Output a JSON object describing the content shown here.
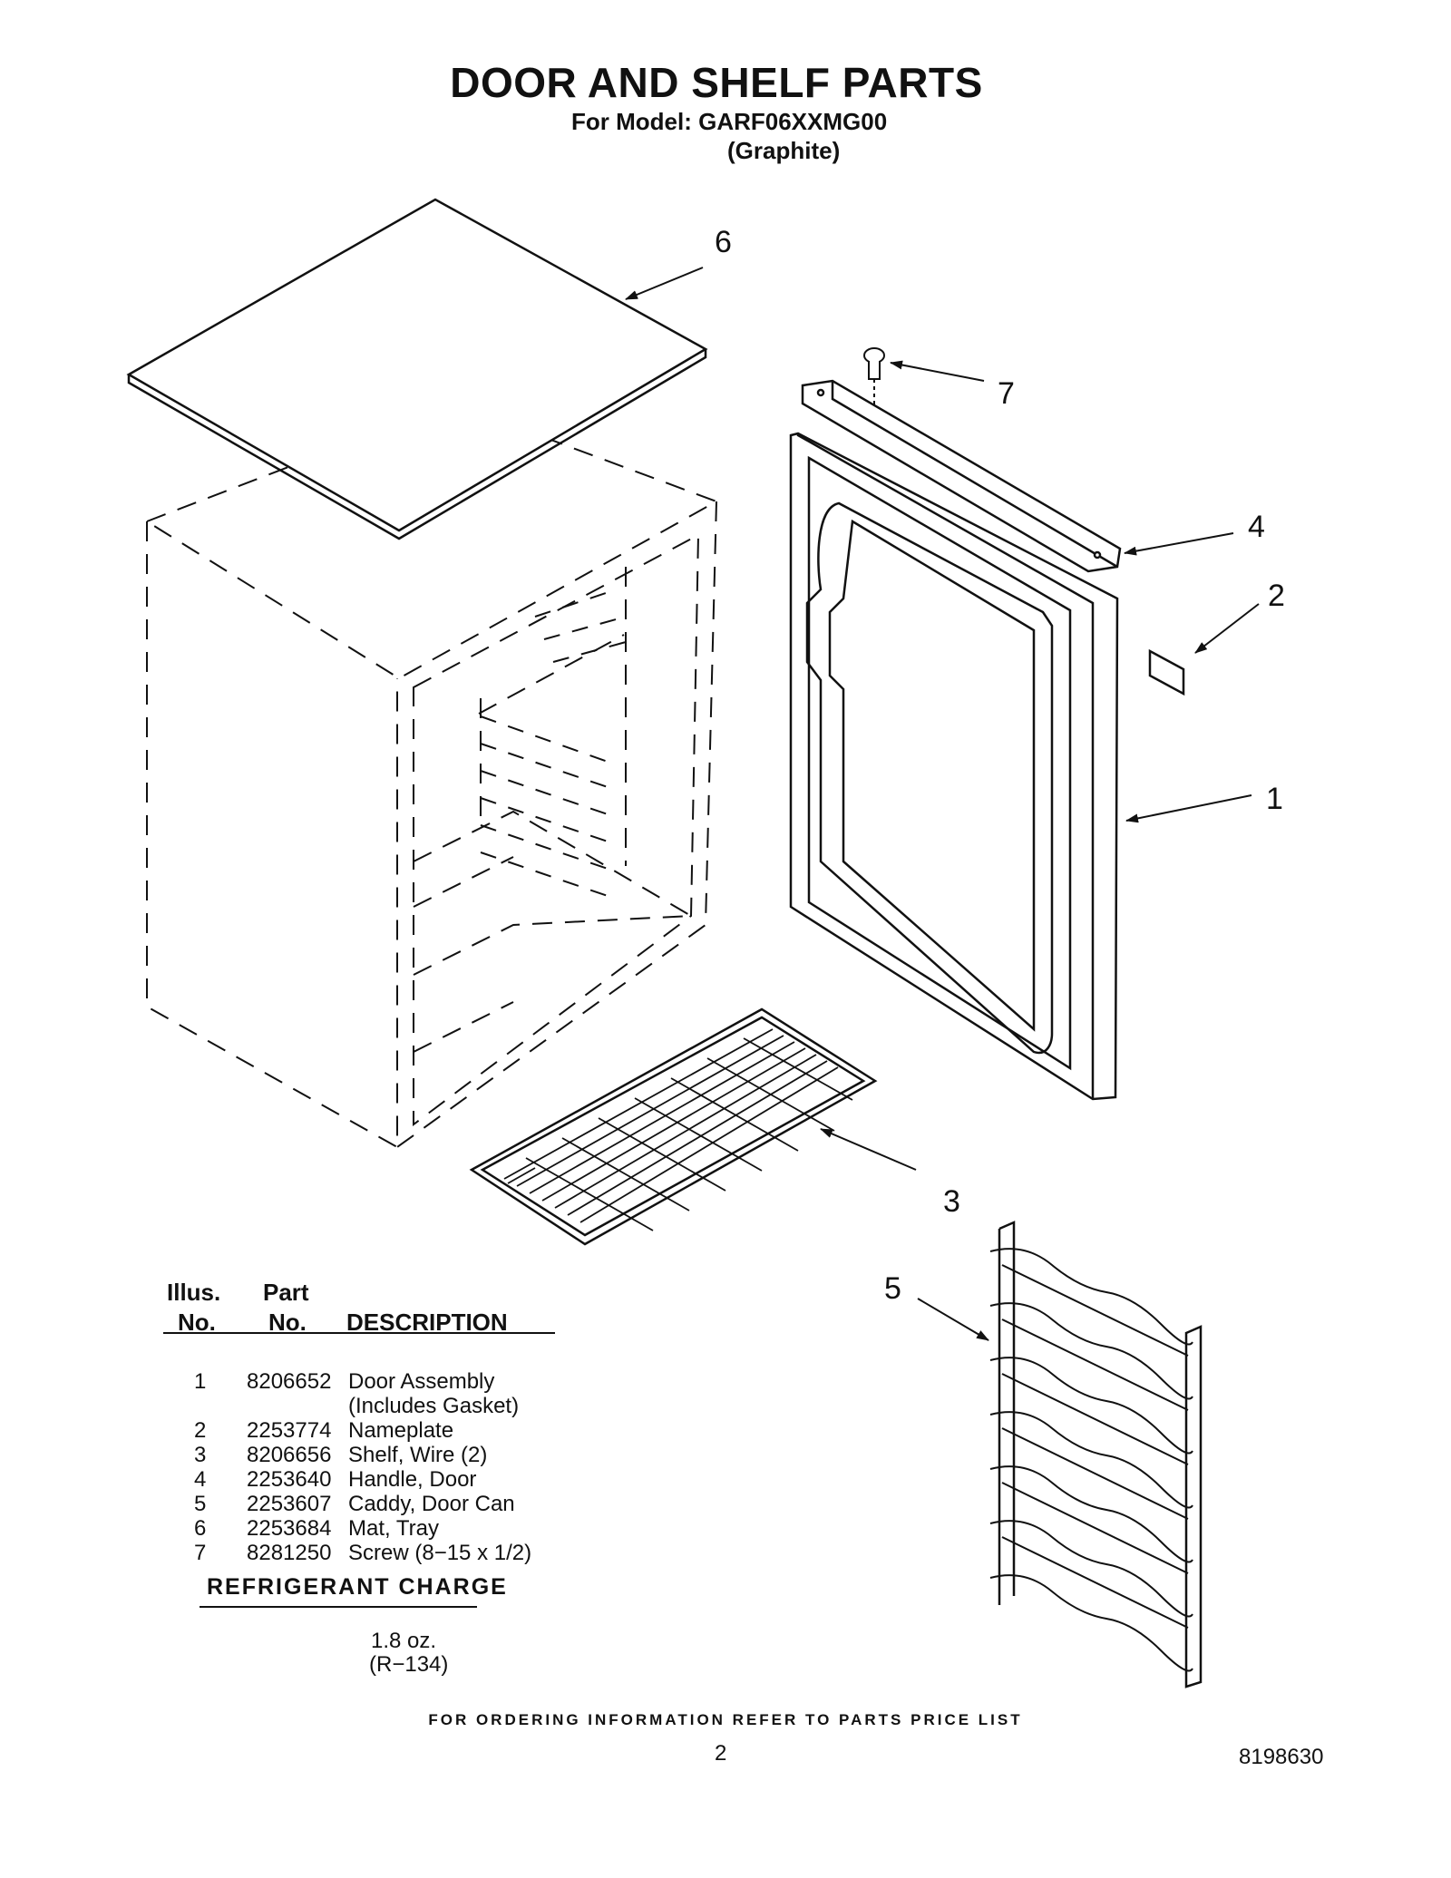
{
  "header": {
    "title": "DOOR AND SHELF PARTS",
    "model_line": "For Model: GARF06XXMG00",
    "finish_line": "(Graphite)"
  },
  "diagram": {
    "callouts": [
      "6",
      "7",
      "4",
      "2",
      "1",
      "3",
      "5"
    ]
  },
  "parts_table": {
    "headers": {
      "illus_top": "Illus.",
      "illus_bottom": "No.",
      "part_top": "Part",
      "part_bottom": "No.",
      "description": "DESCRIPTION"
    },
    "rows": [
      {
        "illus": "1",
        "part": "8206652",
        "description": "Door Assembly"
      },
      {
        "illus": "",
        "part": "",
        "description": "(Includes Gasket)"
      },
      {
        "illus": "2",
        "part": "2253774",
        "description": "Nameplate"
      },
      {
        "illus": "3",
        "part": "8206656",
        "description": "Shelf, Wire (2)"
      },
      {
        "illus": "4",
        "part": "2253640",
        "description": "Handle, Door"
      },
      {
        "illus": "5",
        "part": "2253607",
        "description": "Caddy, Door Can"
      },
      {
        "illus": "6",
        "part": "2253684",
        "description": "Mat, Tray"
      },
      {
        "illus": "7",
        "part": "8281250",
        "description": "Screw (8−15 x 1/2)"
      }
    ]
  },
  "refrigerant": {
    "title": "REFRIGERANT CHARGE",
    "amount": "1.8 oz.",
    "type": "(R−134)"
  },
  "footer": {
    "note": "FOR ORDERING INFORMATION REFER TO PARTS PRICE LIST",
    "page_number": "2",
    "document_number": "8198630"
  }
}
